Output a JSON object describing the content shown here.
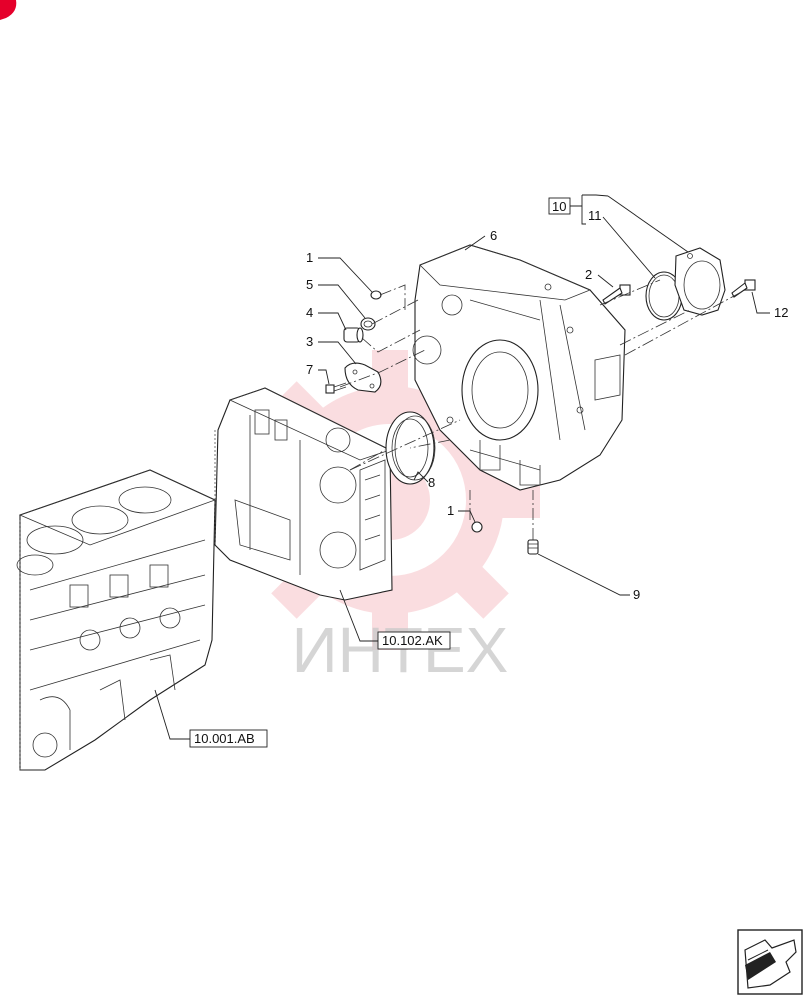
{
  "colors": {
    "corner_mark": "#e5002b",
    "watermark": "#f3a0a8",
    "line": "#222222"
  },
  "watermark": {
    "text": "ИНТЕХ"
  },
  "callouts": {
    "c1_top": "1",
    "c1_bottom": "1",
    "c2": "2",
    "c3": "3",
    "c4": "4",
    "c5": "5",
    "c6": "6",
    "c7": "7",
    "c8": "8",
    "c9": "9",
    "c10": "10",
    "c11": "11",
    "c12": "12"
  },
  "references": {
    "gear_housing": "10.102.AK",
    "engine_block": "10.001.AB"
  },
  "icons": {
    "corner": "red-logo-corner-icon",
    "nav": "return-arrow-icon"
  }
}
